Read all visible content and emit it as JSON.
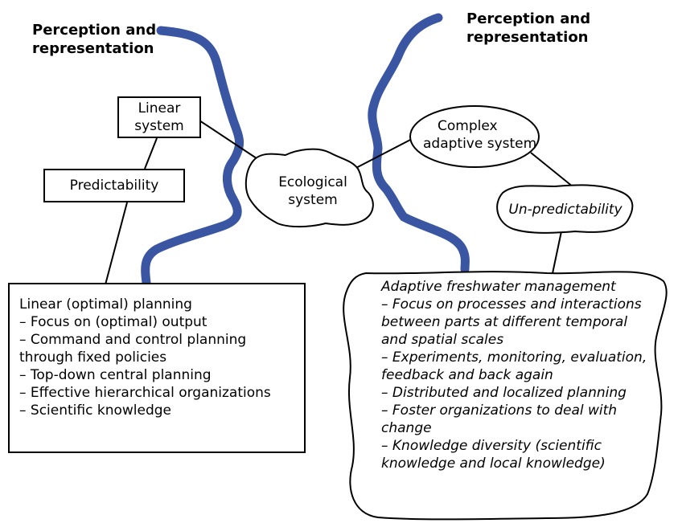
{
  "left_heading": [
    "Perception and",
    "representation"
  ],
  "right_heading": [
    "Perception and",
    "representation"
  ],
  "linear_system": [
    "Linear",
    "system"
  ],
  "predictability": "Predictability",
  "ecological_system": [
    "Ecological",
    "system"
  ],
  "complex_adaptive_system": [
    "Complex",
    "adaptive system"
  ],
  "unpredictability": "Un-predictability",
  "linear_planning": [
    "Linear (optimal) planning",
    "– Focus on (optimal) output",
    "– Command and control planning",
    "through fixed policies",
    "– Top-down central planning",
    "– Effective hierarchical organizations",
    "– Scientific knowledge"
  ],
  "adaptive_management": [
    "Adaptive freshwater management",
    "– Focus on processes and interactions",
    "between parts at different temporal",
    "and spatial scales",
    "– Experiments, monitoring, evaluation,",
    "feedback and back again",
    "– Distributed and localized planning",
    "– Foster organizations to deal with",
    "change",
    "– Knowledge diversity (scientific",
    "knowledge and local knowledge)"
  ],
  "colors": {
    "profile_stroke": "#3a56a3",
    "line": "#000000"
  }
}
